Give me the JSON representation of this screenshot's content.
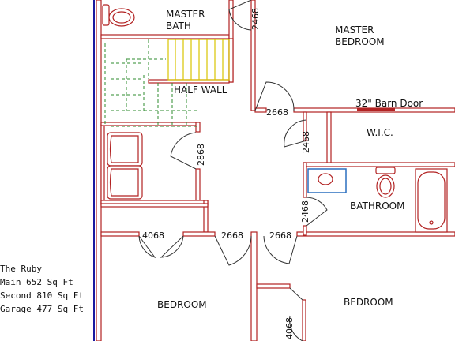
{
  "colors": {
    "wall": "#b22222",
    "wall_fill": "#ffffff",
    "door": "#333333",
    "stair_green": "#2e8b2e",
    "stair_yellow": "#d9c400",
    "boundary": "#1a1aa0",
    "sink": "#2a6fbf"
  },
  "rooms": {
    "master_bath": [
      "MASTER",
      "BATH"
    ],
    "master_bedroom": [
      "MASTER",
      "BEDROOM"
    ],
    "half_wall": "HALF WALL",
    "barn_door": "32\" Barn Door",
    "wic": "W.I.C.",
    "bathroom": "BATHROOM",
    "bedroom_left": "BEDROOM",
    "bedroom_right": "BEDROOM"
  },
  "doors": {
    "d_master_bath": "2468",
    "d_hall_top": "2668",
    "d_wic": "2468",
    "d_laundry": "2868",
    "d_bathroom": "2468",
    "d_closet": "4068",
    "d_bed_left": "2668",
    "d_bed_right": "2668",
    "d_bed_right_closet": "4068"
  },
  "info": {
    "name": "The Ruby",
    "main": "Main 652 Sq Ft",
    "second": "Second 810 Sq Ft",
    "garage": "Garage 477 Sq Ft"
  }
}
